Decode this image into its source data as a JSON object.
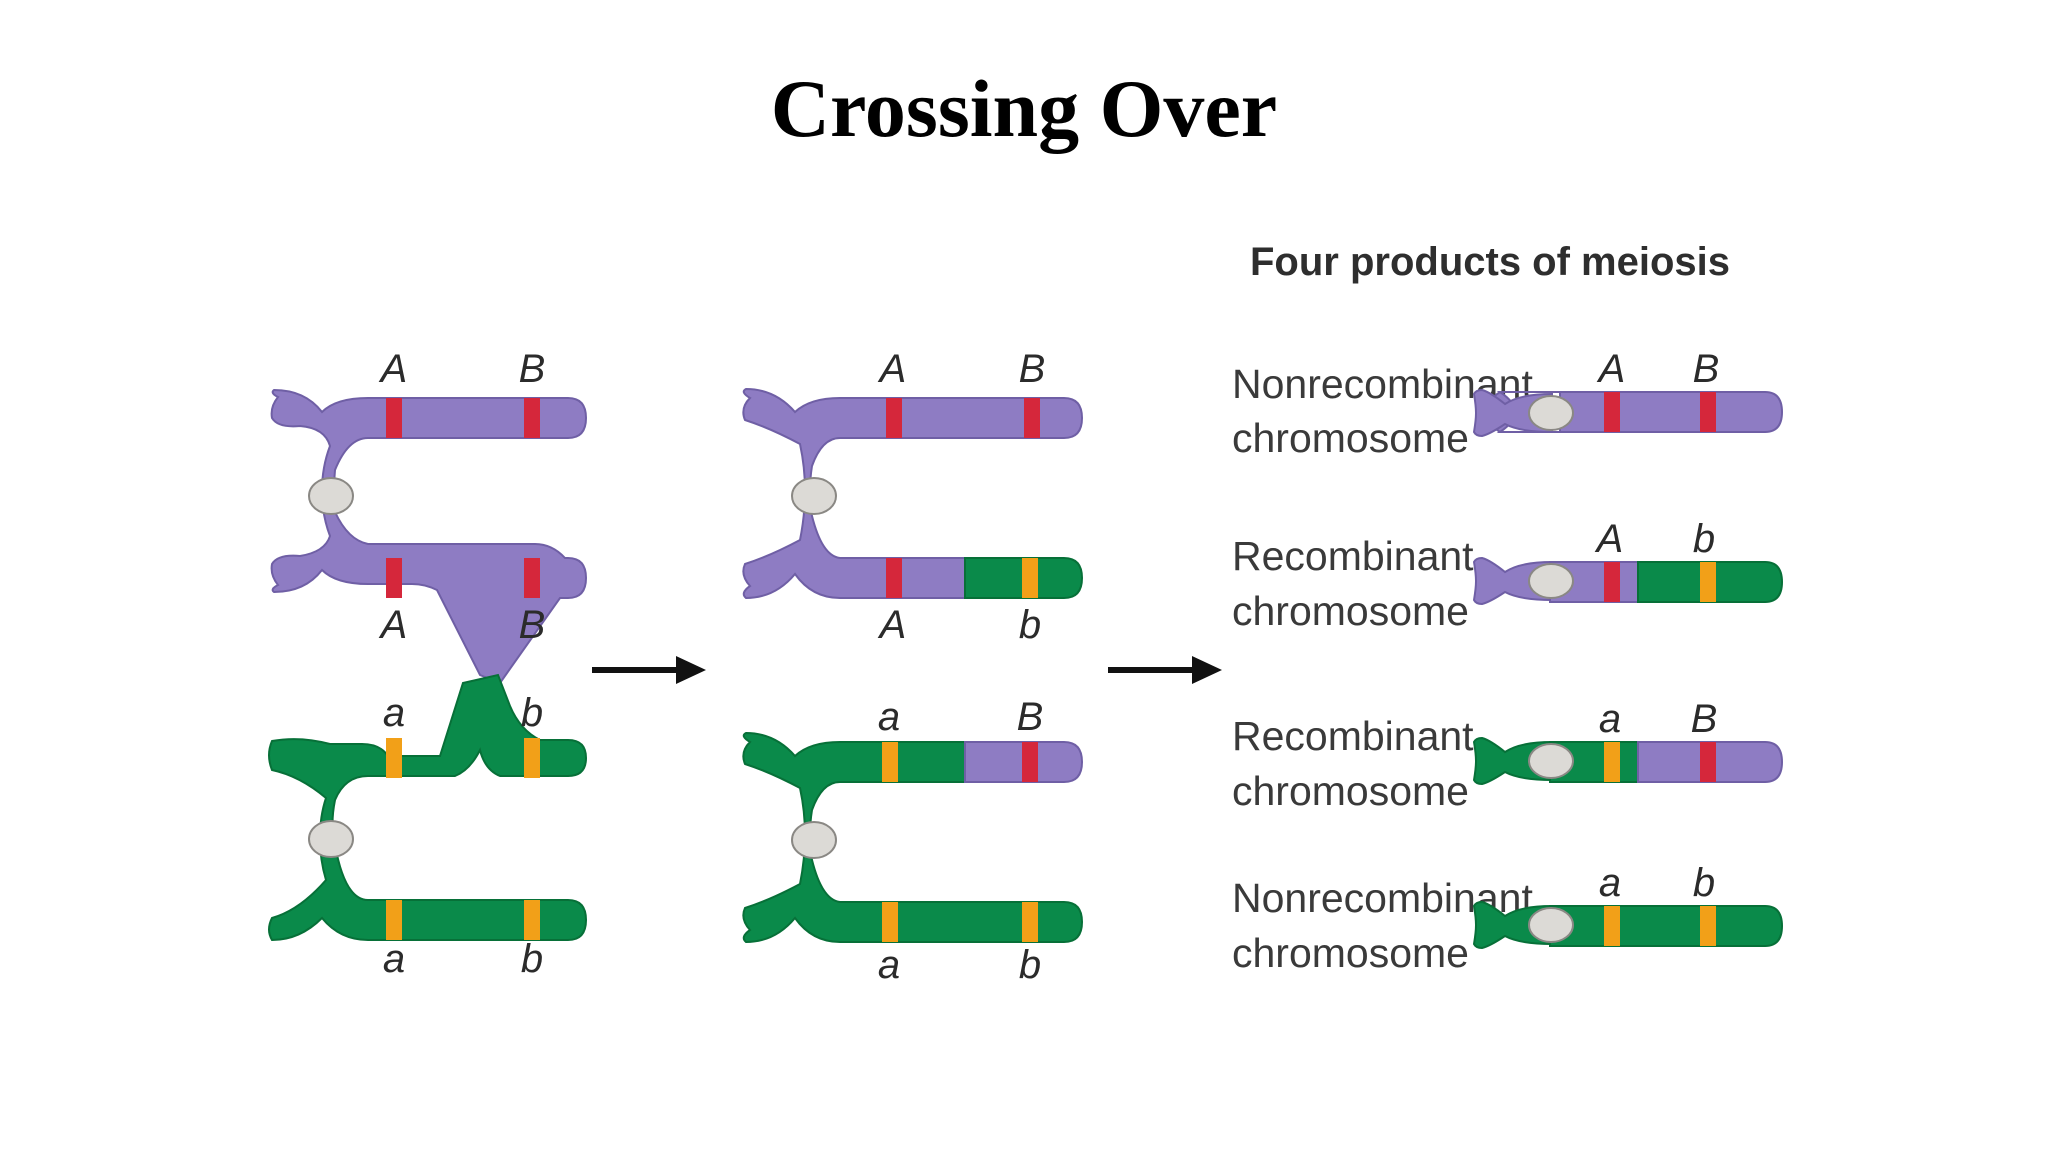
{
  "title": "Crossing Over",
  "colors": {
    "maternal": "#8e7cc3",
    "paternal": "#0a8a4a",
    "allele_dominant": "#d5273b",
    "allele_recessive": "#f2a018",
    "centromere": "#dcdad6",
    "arrow": "#111111"
  },
  "stage1": {
    "top_upper": [
      "A",
      "B"
    ],
    "top_lower": [
      "A",
      "B"
    ],
    "bottom_upper": [
      "a",
      "b"
    ],
    "bottom_lower": [
      "a",
      "b"
    ]
  },
  "stage2": {
    "top_upper": [
      "A",
      "B"
    ],
    "top_lower": [
      "A",
      "b"
    ],
    "bottom_upper": [
      "a",
      "B"
    ],
    "bottom_lower": [
      "a",
      "b"
    ]
  },
  "products": {
    "heading": "Four products of meiosis",
    "items": [
      {
        "label1": "Nonrecombinant",
        "label2": "chromosome",
        "alleles": [
          "A",
          "B"
        ]
      },
      {
        "label1": "Recombinant",
        "label2": "chromosome",
        "alleles": [
          "A",
          "b"
        ]
      },
      {
        "label1": "Recombinant",
        "label2": "chromosome",
        "alleles": [
          "a",
          "B"
        ]
      },
      {
        "label1": "Nonrecombinant",
        "label2": "chromosome",
        "alleles": [
          "a",
          "b"
        ]
      }
    ]
  }
}
